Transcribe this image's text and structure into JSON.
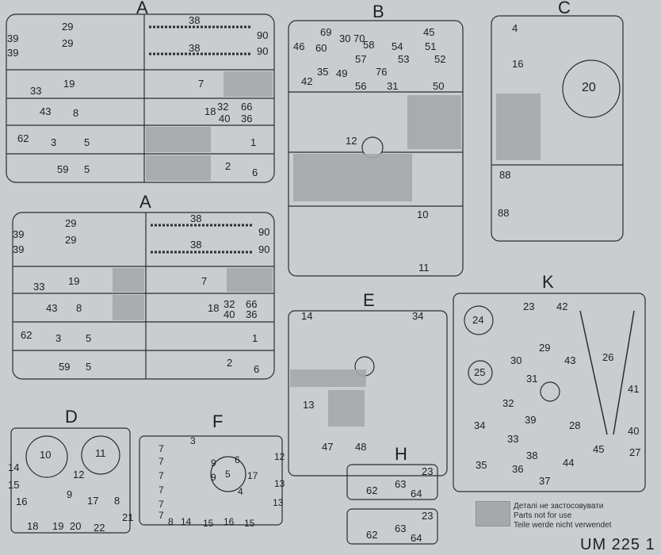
{
  "sprue_letters": {
    "a_top": "A",
    "b": "B",
    "c": "C",
    "a_bottom": "A",
    "e": "E",
    "k": "K",
    "d": "D",
    "f": "F",
    "h": "H"
  },
  "legend": {
    "line1": "Деталі не застосовувати",
    "line2": "Parts not for use",
    "line3": "Teile werde nicht verwendet"
  },
  "code": "UM 225 1",
  "colors": {
    "sheet": "#c9cdcf",
    "line": "#2b2d2f",
    "unused": "#a6a9aa"
  },
  "a_top_numbers": [
    "39",
    "29",
    "38",
    "90",
    "39",
    "29",
    "38",
    "90",
    "33",
    "19",
    "7",
    "43",
    "8",
    "32",
    "66",
    "18",
    "40",
    "36",
    "62",
    "3",
    "5",
    "1",
    "59",
    "5",
    "2",
    "6"
  ],
  "a_bottom_numbers": [
    "39",
    "29",
    "38",
    "90",
    "39",
    "29",
    "38",
    "90",
    "33",
    "19",
    "7",
    "43",
    "8",
    "32",
    "66",
    "18",
    "40",
    "36",
    "62",
    "3",
    "5",
    "1",
    "59",
    "5",
    "2",
    "6"
  ],
  "b_numbers": [
    "69",
    "30",
    "70",
    "45",
    "46",
    "60",
    "58",
    "54",
    "51",
    "57",
    "53",
    "52",
    "42",
    "35",
    "49",
    "76",
    "56",
    "31",
    "50",
    "12",
    "10",
    "11"
  ],
  "c_numbers": [
    "4",
    "16",
    "20",
    "88",
    "88"
  ],
  "e_numbers": [
    "14",
    "34",
    "13",
    "47",
    "48"
  ],
  "k_numbers": [
    "23",
    "42",
    "24",
    "29",
    "26",
    "30",
    "43",
    "25",
    "31",
    "41",
    "32",
    "39",
    "34",
    "28",
    "33",
    "40",
    "45",
    "27",
    "38",
    "44",
    "35",
    "36",
    "37"
  ],
  "d_numbers": [
    "10",
    "11",
    "14",
    "15",
    "12",
    "16",
    "9",
    "17",
    "8",
    "18",
    "19",
    "20",
    "22",
    "21"
  ],
  "f_numbers": [
    "3",
    "7",
    "7",
    "9",
    "6",
    "12",
    "7",
    "9",
    "5",
    "17",
    "13",
    "7",
    "7",
    "4",
    "7",
    "8",
    "14",
    "15",
    "16",
    "15",
    "13"
  ],
  "h_numbers": [
    "62",
    "63",
    "64",
    "23",
    "62",
    "63",
    "64",
    "23"
  ]
}
